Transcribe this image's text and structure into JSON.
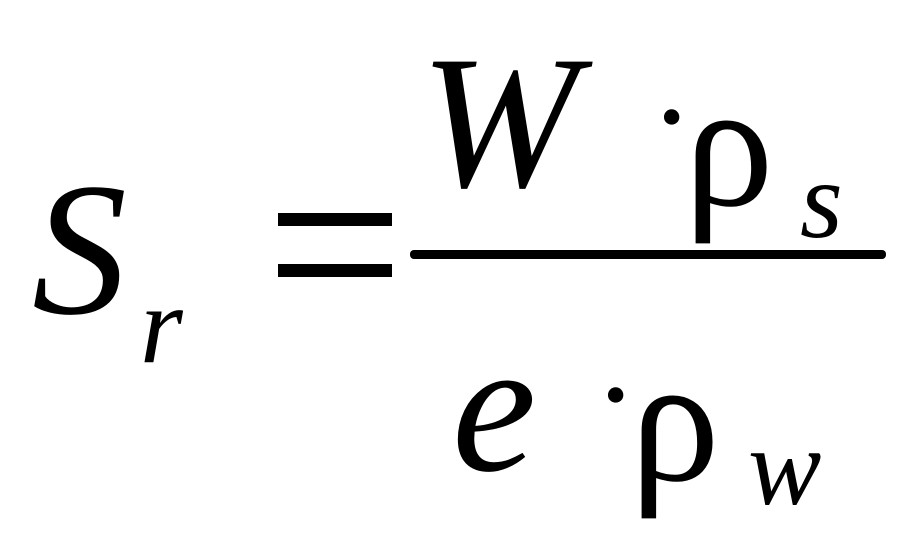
{
  "equation": {
    "lhs": {
      "symbol": "S",
      "subscript": "r"
    },
    "relation": "=",
    "numerator": {
      "symbol": "W",
      "operator": "·",
      "density": "ρ",
      "density_subscript": "s"
    },
    "denominator": {
      "symbol": "e",
      "operator": "·",
      "density": "ρ",
      "density_subscript": "w"
    }
  }
}
